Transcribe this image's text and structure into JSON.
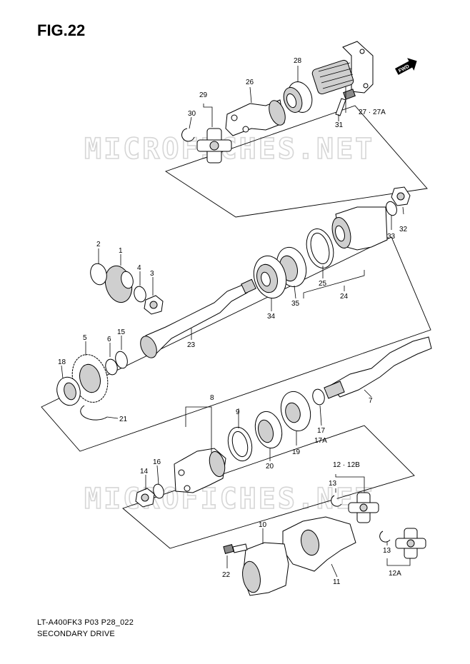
{
  "figure": {
    "title": "FIG.22",
    "model_code": "LT-A400FK3 P03 P28_022",
    "subtitle": "SECONDARY DRIVE",
    "watermark": "MICROFICHES.NET",
    "fwd_badge": "FWD"
  },
  "callouts": [
    "1",
    "2",
    "3",
    "4",
    "5",
    "6",
    "7",
    "8",
    "9",
    "10",
    "11",
    "12 · 12B",
    "12A",
    "13",
    "13",
    "14",
    "15",
    "16",
    "17",
    "17A",
    "18",
    "19",
    "20",
    "21",
    "22",
    "23",
    "24",
    "25",
    "26",
    "27 · 27A",
    "28",
    "29",
    "30",
    "31",
    "32",
    "33",
    "34",
    "35"
  ],
  "colors": {
    "ink": "#000000",
    "watermark": "#d6d6d6",
    "paper": "#ffffff"
  }
}
